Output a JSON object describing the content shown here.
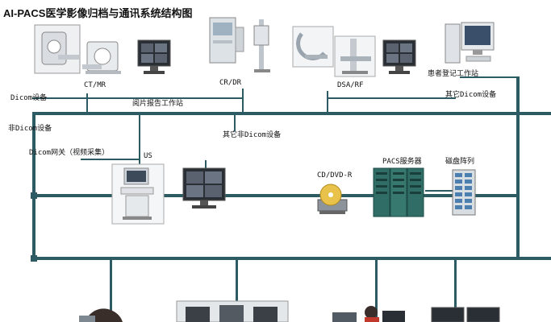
{
  "diagram": {
    "title": "AI-PACS医学影像归档与通讯系统结构图",
    "labels": {
      "ct_mr": "CT/MR",
      "cr_dr": "CR/DR",
      "dsa_rf": "DSA/RF",
      "registration": "患者登记工作站",
      "dicom_device": "Dicom设备",
      "report_station": "阅片报告工作站",
      "other_dicom": "其它Dicom设备",
      "non_dicom": "非Dicom设备",
      "other_non_dicom": "其它非Dicom设备",
      "dicom_gateway": "Dicom网关（视频采集）",
      "us": "US",
      "cd_dvd": "CD/DVD-R",
      "pacs_server": "PACS服务器",
      "disk_array": "磁盘阵列"
    },
    "colors": {
      "bus": "#2d5b64",
      "device_gray": "#c9ccd0",
      "screen": "#2a2e35",
      "rack": "#2f6d66",
      "disk": "#4a7fb0"
    },
    "icons": [
      "ct-scanner-icon",
      "mr-scanner-icon",
      "monitor-icon",
      "cr-dr-icon",
      "c-arm-icon",
      "computer-icon",
      "ultrasound-icon",
      "disc-icon",
      "server-rack-icon",
      "disk-array-icon",
      "workstation-icon"
    ]
  }
}
